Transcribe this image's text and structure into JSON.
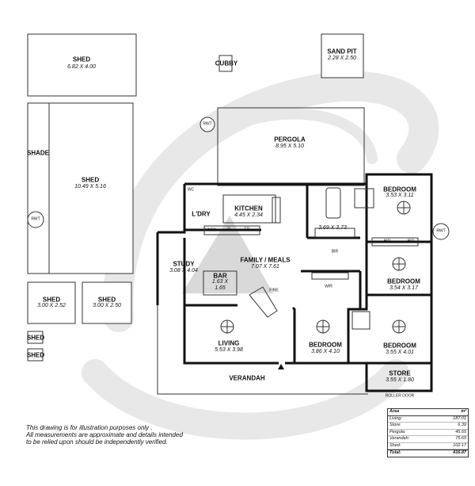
{
  "rooms": {
    "shed_top": {
      "name": "SHED",
      "dims": "6.82 X 4.00"
    },
    "sand_pit": {
      "name": "SAND PIT",
      "dims": "2.28 X 2.50"
    },
    "cubby": {
      "name": "CUBBY"
    },
    "pergola": {
      "name": "PERGOLA",
      "dims": "8.95 X 5.10"
    },
    "shade": {
      "name": "SHADE"
    },
    "shed_big": {
      "name": "SHED",
      "dims": "10.49 X 5.16"
    },
    "shed_small1": {
      "name": "SHED",
      "dims": "3.00 X 2.52"
    },
    "shed_small2": {
      "name": "SHED",
      "dims": "3.00 X 2.50"
    },
    "shed_tiny1": {
      "name": "SHED"
    },
    "shed_tiny2": {
      "name": "SHED"
    },
    "kitchen": {
      "name": "KITCHEN",
      "dims": "4.45 X 2.34"
    },
    "ldry": {
      "name": "L'DRY"
    },
    "bath_dims": "3.69 X 3.73",
    "bedroom_top": {
      "name": "BEDROOM",
      "dims": "3.53 X 3.11"
    },
    "study": {
      "name": "STUDY",
      "dims": "3.08 X 4.04"
    },
    "family": {
      "name": "FAMILY / MEALS",
      "dims": "7.07 X 7.61"
    },
    "bar": {
      "name": "BAR",
      "dims1": "1.63 X",
      "dims2": "1.65"
    },
    "fire": "FIRE",
    "bedroom_mid": {
      "name": "BEDROOM",
      "dims": "3.54 X 3.17"
    },
    "living": {
      "name": "LIVING",
      "dims": "5.53 X 3.98"
    },
    "bedroom_low": {
      "name": "BEDROOM",
      "dims": "3.86 X 4.10"
    },
    "bedroom_right": {
      "name": "BEDROOM",
      "dims": "3.55 X 4.01"
    },
    "store": {
      "name": "STORE",
      "dims": "3.55 X 1.80"
    },
    "verandah": {
      "name": "VERANDAH"
    }
  },
  "labels": {
    "rwt": "RWT",
    "bir": "BIR",
    "wir": "WIR",
    "wc": "WC",
    "linen": "LINEN",
    "p": "P",
    "fr": "FR",
    "roller_door": "ROLLER DOOR"
  },
  "disclaimer": {
    "line1": "This drawing is for illustration purposes only .",
    "line2": "All measurements are approximate and details intended",
    "line3": "to be relied upon should be independently verified."
  },
  "area_table": {
    "header_label": "Area",
    "header_unit": "m²",
    "rows": [
      {
        "label": "Living:",
        "value": "187.01"
      },
      {
        "label": "Store:",
        "value": "6.39"
      },
      {
        "label": "Pergola:",
        "value": "45.65"
      },
      {
        "label": "Verandah:",
        "value": "75.65"
      },
      {
        "label": "Shed:",
        "value": "102.17"
      }
    ],
    "total_label": "Total:",
    "total_value": "416.87"
  },
  "colors": {
    "watermark": "#e6e6e6",
    "walls": "#111111",
    "cutout": "#c8c8c8"
  }
}
